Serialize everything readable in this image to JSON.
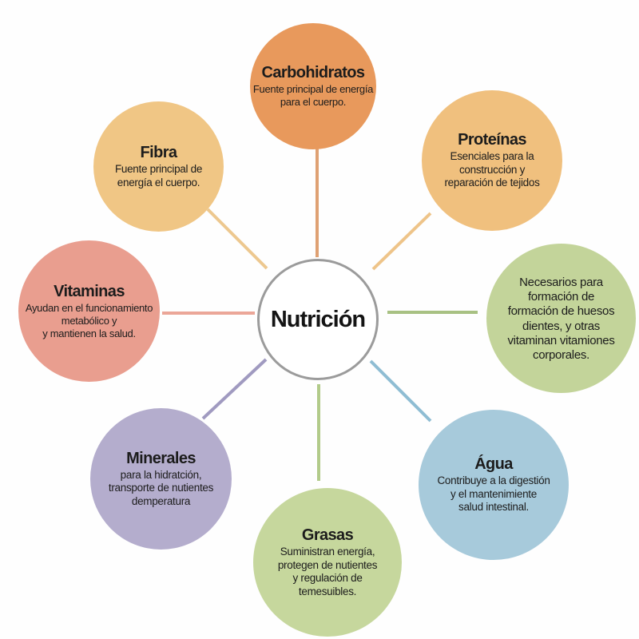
{
  "diagram": {
    "background": "#fefefe",
    "text_color": "#1c1c1c"
  },
  "center": {
    "label": "Nutrición",
    "fill": "#ffffff",
    "border_color": "#9b9b9b"
  },
  "nodes": [
    {
      "id": "carbohidratos",
      "title": "Carbohidratos",
      "description": "Fuente principal de energía\npara el cuerpo.",
      "color": "#e8995c",
      "line_color": "#dfa173"
    },
    {
      "id": "proteinas",
      "title": "Proteínas",
      "description": "Esenciales para la\nconstrucción y\nreparación de tejidos",
      "color": "#f0c07e",
      "line_color": "#eec489"
    },
    {
      "id": "formacion",
      "title": "",
      "description": "Necesarios para\nformación de\nformación de huesos\ndientes, y otras\nvitaminan vitamiones\ncorporales.",
      "color": "#c3d49a",
      "line_color": "#a8c183"
    },
    {
      "id": "agua",
      "title": "Água",
      "description": "Contribuye a la digestión\ny el mantenimiente\nsalud intestinal.",
      "color": "#a7cadb",
      "line_color": "#8fbdd3"
    },
    {
      "id": "grasas",
      "title": "Grasas",
      "description": "Suministran energía,\nprotegen de nutientes\ny regulación de\ntemesuibles.",
      "color": "#c6d79d",
      "line_color": "#b2cb8a"
    },
    {
      "id": "minerales",
      "title": "Minerales",
      "description": "para la hidratción,\ntransporte de nutientes\ndemperatura",
      "color": "#b4adcd",
      "line_color": "#a09ac0"
    },
    {
      "id": "vitaminas",
      "title": "Vitaminas",
      "description": "Ayudan en el funcionamiento\nmetabólico y\ny mantienen la salud.",
      "color": "#e99e8f",
      "line_color": "#eba698"
    },
    {
      "id": "fibra",
      "title": "Fibra",
      "description": "Fuente principal de\nenergía el cuerpo.",
      "color": "#f0c685",
      "line_color": "#edc88f"
    }
  ]
}
